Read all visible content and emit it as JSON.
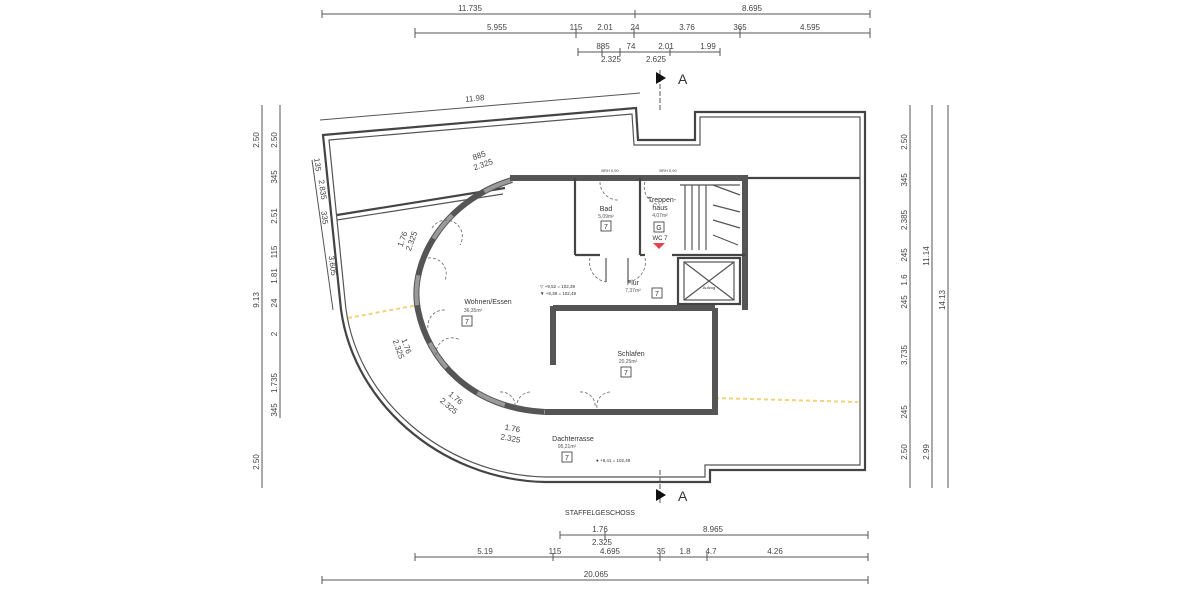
{
  "title": "STAFFELGESCHOSS",
  "section_marker": "A",
  "dims_top": {
    "row1": [
      "11.735",
      "8.695"
    ],
    "row2": [
      "5.955",
      "115",
      "2.01",
      "24",
      "3.76",
      "365",
      "4.595"
    ],
    "row3": [
      "885",
      "74",
      "2.01",
      "1.99"
    ],
    "row4": [
      "2.325",
      "2.625"
    ]
  },
  "dims_bottom": {
    "row1": [
      "1.76",
      "8.965"
    ],
    "row1b": [
      "2.325"
    ],
    "row2": [
      "5.19",
      "115",
      "4.695",
      "35",
      "1.8",
      "4.7",
      "4.26"
    ],
    "row3": [
      "20.065"
    ]
  },
  "dims_left": {
    "outer": [
      "2.50",
      "9.13",
      "2.50"
    ],
    "inner": [
      "2.50",
      "345",
      "2.51",
      "115",
      "1.81",
      "24",
      "2",
      "1.735",
      "345"
    ]
  },
  "dims_right": {
    "inner": [
      "2.50",
      "345",
      "2.385",
      "245",
      "1.6",
      "245",
      "3.735",
      "245",
      "2.50"
    ],
    "mid": [
      "11.14",
      "2.99"
    ],
    "outer": [
      "14.13"
    ]
  },
  "dims_plan": {
    "top_slant": "11.98",
    "window_top": [
      "885",
      "2.325"
    ],
    "left_a": "2.835",
    "left_b": "3.605",
    "left_small": [
      "135",
      "335"
    ],
    "arc_dims": [
      [
        "1.76",
        "2.325"
      ],
      [
        "1.76",
        "2.325"
      ],
      [
        "1.76",
        "2.325"
      ],
      [
        "1.76",
        "2.325"
      ]
    ]
  },
  "rooms": [
    {
      "name": "Bad",
      "area": "5,09m²",
      "num": "7"
    },
    {
      "name": "Treppen-",
      "name2": "haus",
      "area": "4,07m²",
      "num": "G"
    },
    {
      "name": "Flur",
      "area": "7,37m²",
      "num": "7"
    },
    {
      "name": "Wohnen/Essen",
      "area": "36,35m²",
      "num": "7"
    },
    {
      "name": "Schlafen",
      "area": "20,25m²",
      "num": "7"
    },
    {
      "name": "Dachterrasse",
      "area": "95,21m²",
      "num": "7"
    }
  ],
  "labels": {
    "wc": "WC 7",
    "elevator": "Aufzug",
    "brh1": "BRH 0,90",
    "brh2": "BRH 0,90",
    "level1": "▽ +9,52 = 102,39",
    "level2": "▼ +9,38 = 102,49",
    "level3": "● +9,41 = 102,49"
  },
  "colors": {
    "annotation_red": "#e0464b",
    "wall_fill": "#9a9a9a",
    "dashed_yellow": "#f2d27a"
  }
}
